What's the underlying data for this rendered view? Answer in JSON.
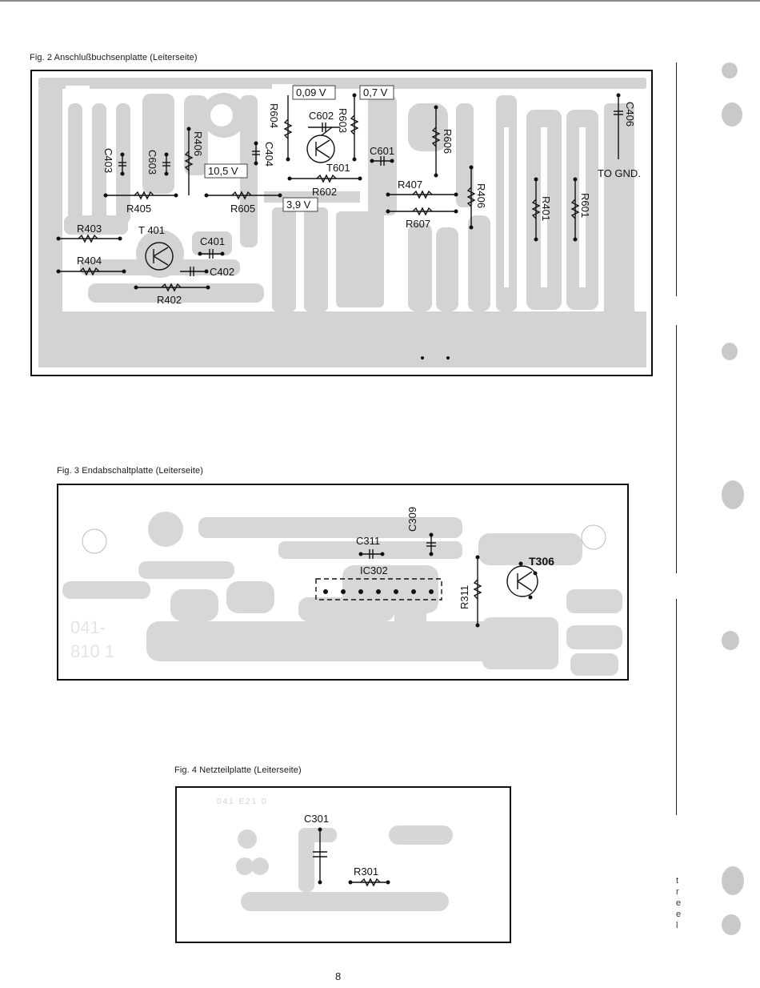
{
  "page_number": "8",
  "fig2": {
    "caption": "Fig. 2  Anschlußbuchsenplatte   (Leiterseite)",
    "components": [
      "C403",
      "C603",
      "R406",
      "C404",
      "R604",
      "C602",
      "R603",
      "T601",
      "R602",
      "C601",
      "R606",
      "R407",
      "R406",
      "R607",
      "C406",
      "R401",
      "R601",
      "R405",
      "R605",
      "R403",
      "T 401",
      "C401",
      "R404",
      "C402",
      "R402"
    ],
    "voltages": [
      "0,09 V",
      "0,7 V",
      "10,5 V",
      "3,9 V"
    ],
    "to_gnd": "TO GND."
  },
  "fig3": {
    "caption": "Fig. 3  Endabschaltplatte (Leiterseite)",
    "components": [
      "C311",
      "C309",
      "IC302",
      "R311",
      "T306"
    ],
    "etched_code": [
      "041-",
      "810 1"
    ]
  },
  "fig4": {
    "caption": "Fig. 4  Netzteilplatte (Leiterseite)",
    "components": [
      "C301",
      "R301"
    ],
    "etched_code": "041  E21  0"
  },
  "edge_fragments": [
    "t",
    "r",
    "e",
    "e",
    "l"
  ]
}
